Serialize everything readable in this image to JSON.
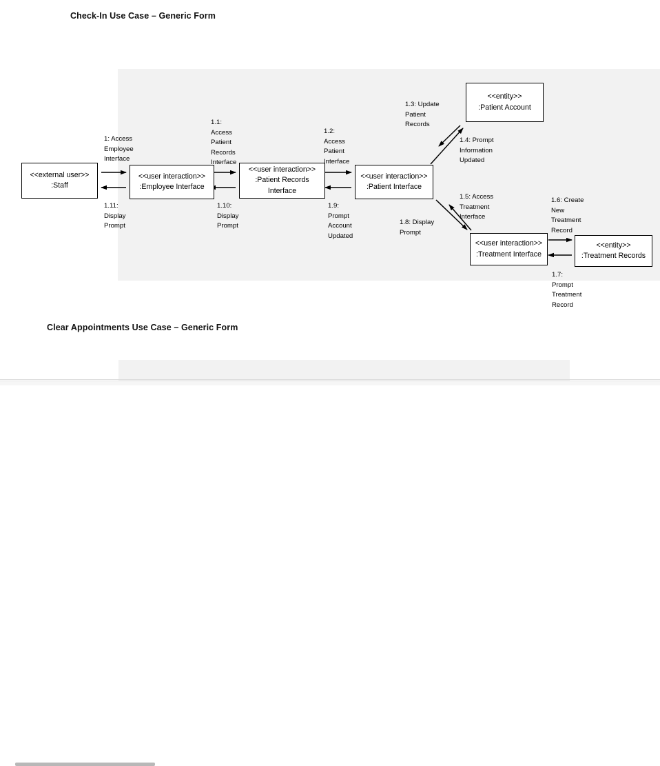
{
  "document": {
    "sections": [
      {
        "title": "Check-In Use Case – Generic Form"
      },
      {
        "title": "Clear Appointments Use Case – Generic Form"
      }
    ]
  },
  "diagram": {
    "type": "uml-communication-diagram",
    "panel_color": "#f2f2f2",
    "objects": [
      {
        "id": "staff",
        "stereotype": "<<external user>>",
        "instance": ":Staff"
      },
      {
        "id": "employee",
        "stereotype": "<<user interaction>>",
        "instance": ":Employee Interface"
      },
      {
        "id": "patient_rec",
        "stereotype": "<<user interaction>>",
        "instance": ":Patient Records\nInterface"
      },
      {
        "id": "patient_if",
        "stereotype": "<<user interaction>>",
        "instance": ":Patient Interface"
      },
      {
        "id": "patient_acct",
        "stereotype": "<<entity>>",
        "instance": ":Patient Account"
      },
      {
        "id": "treatment_if",
        "stereotype": "<<user interaction>>",
        "instance": ":Treatment Interface"
      },
      {
        "id": "treatment_rec",
        "stereotype": "<<entity>>",
        "instance": ":Treatment Records"
      }
    ],
    "messages": [
      {
        "id": "m1",
        "label": "1: Access\nEmployee\nInterface",
        "from": "staff",
        "to": "employee"
      },
      {
        "id": "m111",
        "label": "1.11:\nDisplay\nPrompt",
        "from": "employee",
        "to": "staff"
      },
      {
        "id": "m11",
        "label": "1.1:\nAccess\nPatient\nRecords\nInterface",
        "from": "employee",
        "to": "patient_rec"
      },
      {
        "id": "m110",
        "label": "1.10:\nDisplay\nPrompt",
        "from": "patient_rec",
        "to": "employee"
      },
      {
        "id": "m12",
        "label": "1.2:\nAccess\nPatient\nInterface",
        "from": "patient_rec",
        "to": "patient_if"
      },
      {
        "id": "m19",
        "label": "1.9:\nPrompt\nAccount\nUpdated",
        "from": "patient_if",
        "to": "patient_rec"
      },
      {
        "id": "m13",
        "label": "1.3: Update\nPatient\nRecords",
        "from": "patient_acct",
        "to": "patient_if"
      },
      {
        "id": "m14",
        "label": "1.4: Prompt\nInformation\nUpdated",
        "from": "patient_if",
        "to": "patient_acct"
      },
      {
        "id": "m15",
        "label": "1.5: Access\nTreatment\nInterface",
        "from": "treatment_if",
        "to": "patient_if"
      },
      {
        "id": "m18",
        "label": "1.8: Display\nPrompt",
        "from": "patient_if",
        "to": "treatment_if"
      },
      {
        "id": "m16",
        "label": "1.6: Create\nNew\nTreatment\nRecord",
        "from": "treatment_if",
        "to": "treatment_rec"
      },
      {
        "id": "m17",
        "label": "1.7:\nPrompt\nTreatment\nRecord",
        "from": "treatment_rec",
        "to": "treatment_if"
      }
    ]
  }
}
